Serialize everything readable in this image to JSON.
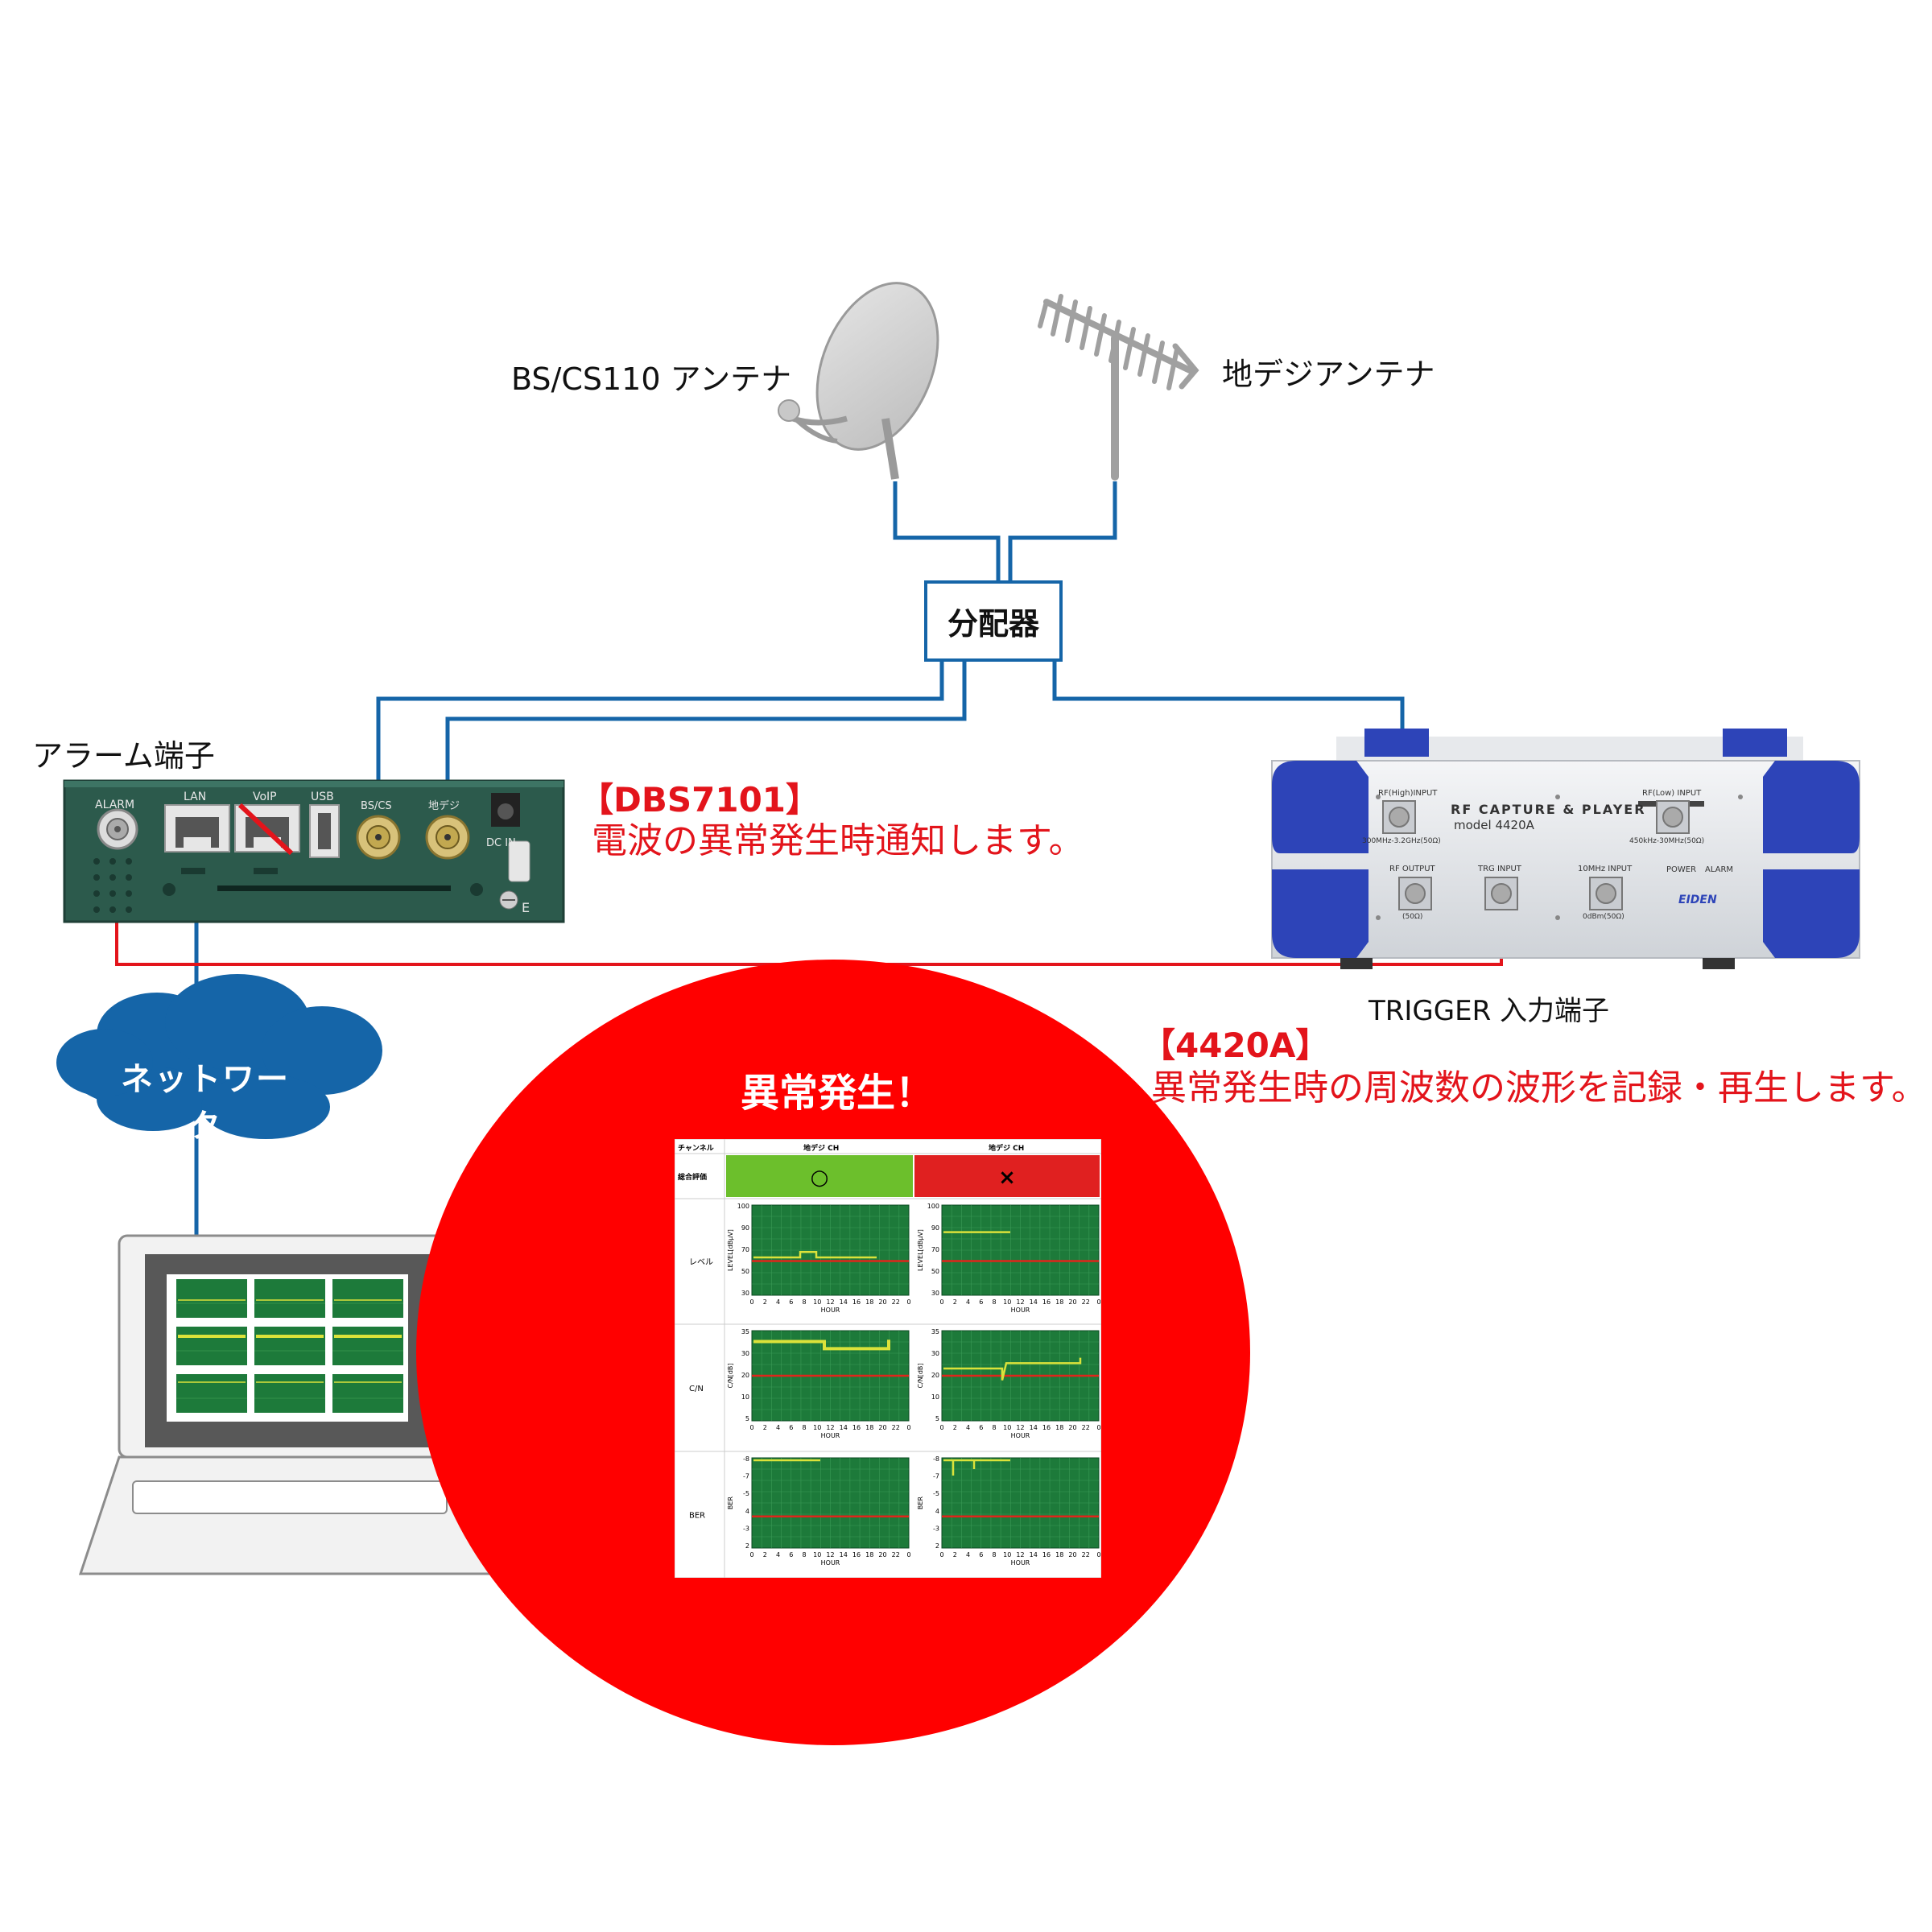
{
  "labels": {
    "bs_antenna": "BS/CS110 アンテナ",
    "terrestrial_antenna": "地デジアンテナ",
    "splitter": "分配器",
    "alarm_terminal": "アラーム端子",
    "trigger_terminal": "TRIGGER 入力端子",
    "network": "ネットワーク",
    "anomaly": "異常発生！"
  },
  "dbs7101": {
    "title": "【DBS7101】",
    "desc": "電波の異常発生時通知します。",
    "ports": {
      "alarm": "ALARM",
      "lan": "LAN",
      "voip": "VoIP",
      "usb": "USB",
      "bscs": "BS/CS",
      "chideji": "地デジ",
      "dcin": "DC IN",
      "e": "E"
    }
  },
  "a4420": {
    "title": "【4420A】",
    "desc": "異常発生時の周波数の波形を記録・再生します。",
    "panel_title": "RF CAPTURE & PLAYER",
    "model": "model  4420A",
    "rf_high_input": "RF(High)INPUT",
    "rf_high_range": "300MHz-3.2GHz(50Ω)",
    "rf_low_input": "RF(Low) INPUT",
    "rf_low_range": "450kHz-30MHz(50Ω)",
    "rf_output": "RF OUTPUT",
    "rf_output_sub": "(50Ω)",
    "trg_input": "TRG INPUT",
    "ten_mhz_input": "10MHz INPUT",
    "ten_mhz_sub": "0dBm(50Ω)",
    "power": "POWER",
    "alarm": "ALARM",
    "brand": "EIDEN"
  },
  "report": {
    "header_channel": "チャンネル",
    "header_overall": "総合評価",
    "col1_title": "地デジ  CH",
    "col2_title": "地デジ  CH",
    "col1_result": "○",
    "col2_result": "×",
    "ok_color": "#6cbf2c",
    "ng_color": "#e02020",
    "rows": [
      "レベル",
      "C/N",
      "BER"
    ],
    "level_axis": "LEVEL[dBµV]",
    "cn_axis": "C/N[dB]",
    "ber_axis": "BER",
    "hour": "HOUR",
    "level_ticks": [
      "100",
      "90",
      "70",
      "50",
      "30"
    ],
    "cn_ticks": [
      "35",
      "30",
      "20",
      "10",
      "5"
    ],
    "ber_ticks": [
      "-8",
      "-7",
      "-5",
      "4",
      "-3",
      "2"
    ],
    "hour_ticks": [
      "0",
      "2",
      "4",
      "6",
      "8",
      "10",
      "12",
      "14",
      "16",
      "18",
      "20",
      "22",
      "0"
    ]
  },
  "colors": {
    "line_blue": "#1565a8",
    "alarm_red": "#e3141b",
    "bubble_red": "#ff0000",
    "chart_green": "#1d7a3a",
    "device_green": "#2a5548",
    "cloud_blue": "#1565a8"
  }
}
